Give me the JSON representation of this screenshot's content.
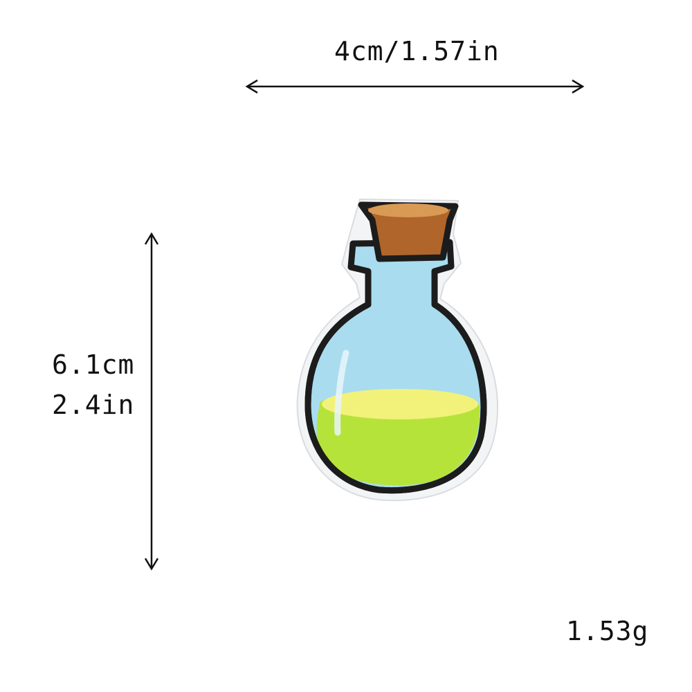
{
  "dimensions": {
    "width_text": "4cm/1.57in",
    "height_cm_text": "6.1cm",
    "height_in_text": "2.4in",
    "weight_text": "1.53g"
  },
  "product": {
    "subject": "potion-bottle-patch",
    "colors": {
      "cork": "#b0662a",
      "glass": "#a9dcef",
      "liquid": "#cde83a",
      "outline": "#1c1c1c",
      "backing": "#ffffff"
    }
  }
}
